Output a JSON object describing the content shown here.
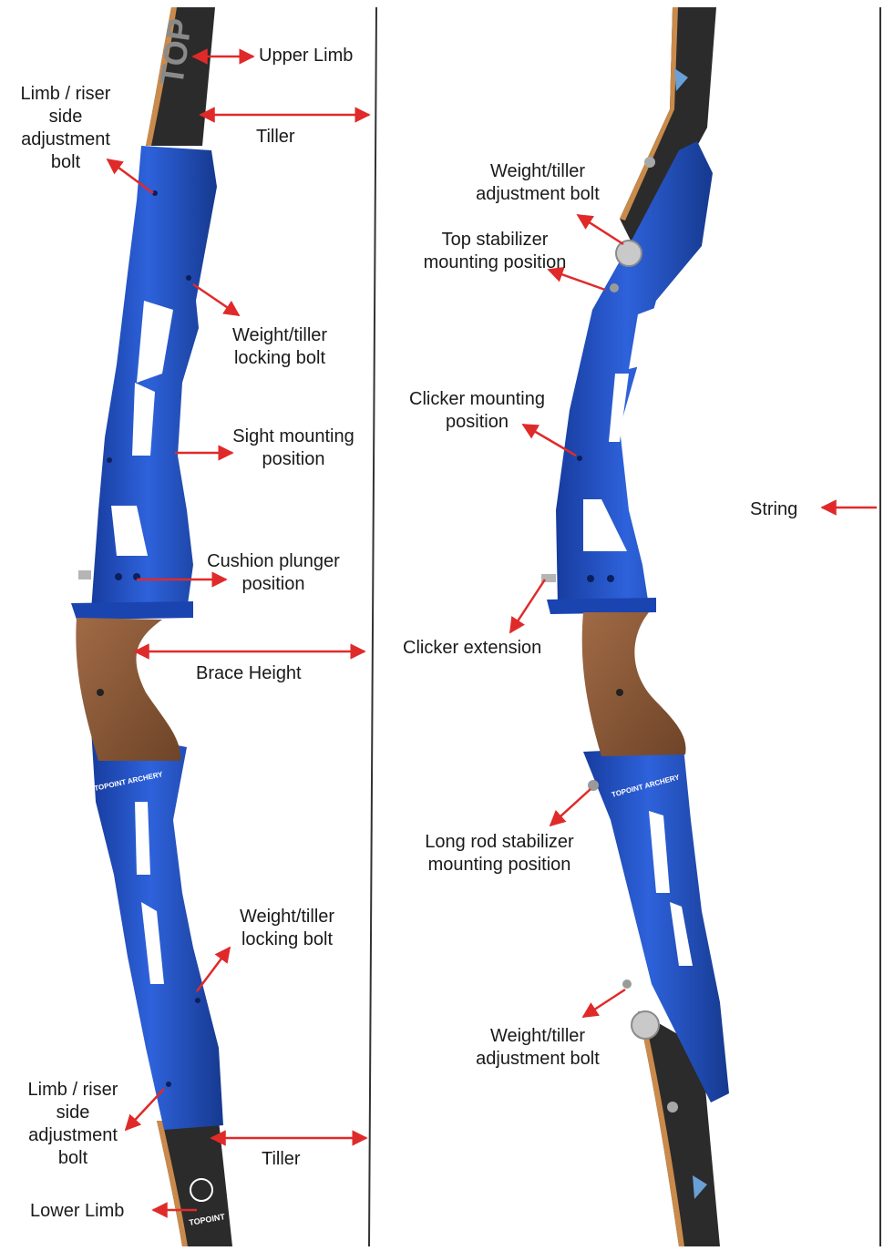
{
  "labels": {
    "upper_limb": "Upper Limb",
    "tiller_top": "Tiller",
    "limb_riser_bolt_top": "Limb / riser\nside\nadjustment\nbolt",
    "weight_tiller_locking_top": "Weight/tiller\nlocking bolt",
    "sight_mounting": "Sight mounting\nposition",
    "cushion_plunger": "Cushion plunger\nposition",
    "brace_height": "Brace Height",
    "weight_tiller_locking_bottom": "Weight/tiller\nlocking bolt",
    "limb_riser_bolt_bottom": "Limb / riser\nside\nadjustment\nbolt",
    "tiller_bottom": "Tiller",
    "lower_limb": "Lower Limb",
    "weight_tiller_adjust_top": "Weight/tiller\nadjustment bolt",
    "top_stabilizer": "Top stabilizer\nmounting position",
    "clicker_mounting": "Clicker mounting\nposition",
    "string": "String",
    "clicker_extension": "Clicker extension",
    "long_rod_stabilizer": "Long rod stabilizer\nmounting position",
    "weight_tiller_adjust_bottom": "Weight/tiller\nadjustment bolt"
  },
  "logo_text": {
    "limb_top": "TOP",
    "riser_brand": "TOPOINT ARCHERY",
    "limb_bottom": "TOPOINT"
  },
  "colors": {
    "riser_blue": "#1f4fc4",
    "limb_black": "#2b2b2b",
    "grip_wood": "#8a5a3c",
    "arrow_red": "#e02a2a",
    "string": "#333333"
  }
}
